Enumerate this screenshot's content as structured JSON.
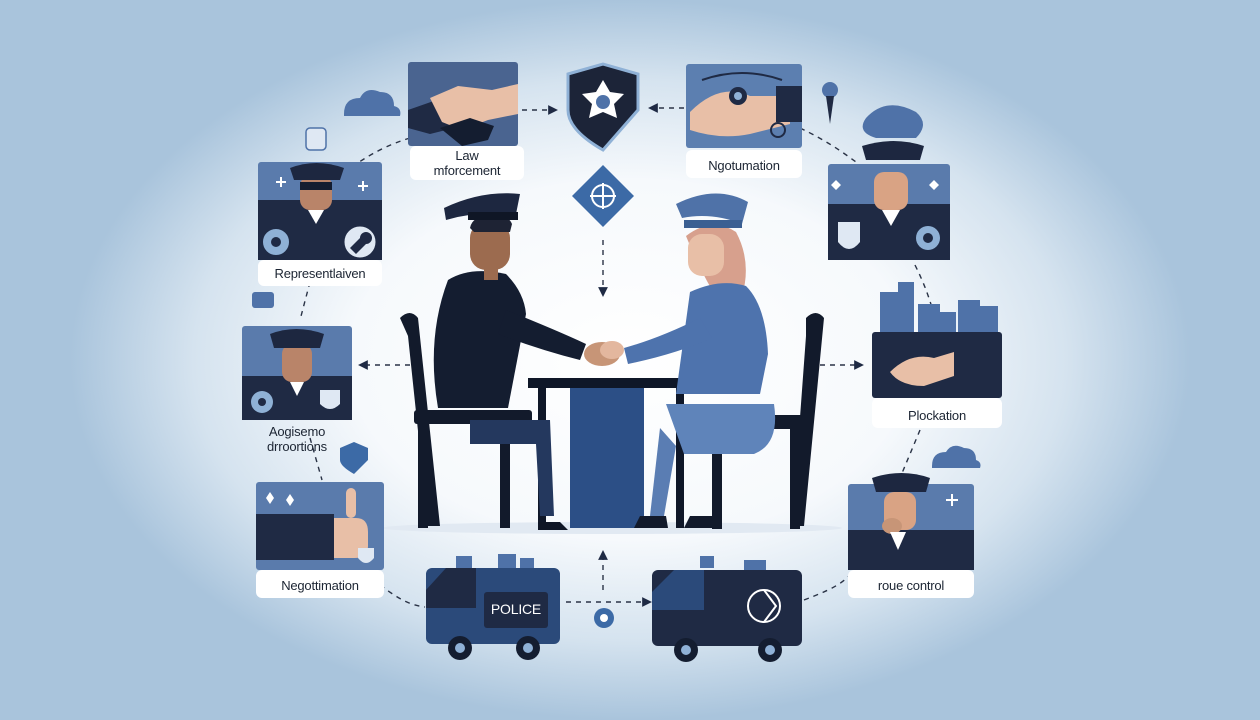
{
  "labels": {
    "law": "Law",
    "enforcement": "mforcement",
    "negotiation_top": "Ngotumation",
    "representative": "Representlaiven",
    "blockade": "Plockation",
    "agreement_line1": "Aogisemo",
    "agreement_line2": "drroortions",
    "negotiation_bottom": "Negottimation",
    "route_control": "roue control",
    "police_van": "POLICE"
  },
  "colors": {
    "navy": "#1f2a44",
    "steel_blue": "#4f72a8",
    "light_blue": "#8fb1d6",
    "background": "#a9c4dc"
  },
  "icons": [
    "handshake-icon",
    "police-badge-shield-icon",
    "key-icon",
    "officer-icon",
    "compass-diamond-icon",
    "cloud-icon",
    "gear-icon",
    "thumbs-up-icon",
    "police-van-icon",
    "city-skyline-icon",
    "location-pin-icon"
  ]
}
